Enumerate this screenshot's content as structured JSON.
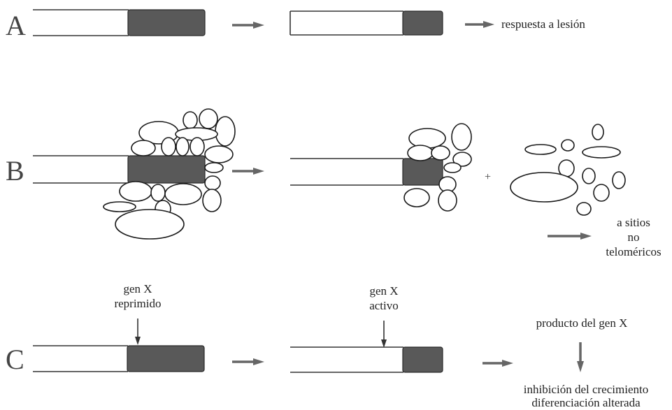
{
  "rows": {
    "a": {
      "label": "A",
      "result": "respuesta a lesión"
    },
    "b": {
      "label": "B",
      "plus": "+",
      "result_lines": [
        "a sitios",
        "no",
        "teloméricos"
      ]
    },
    "c": {
      "label": "C",
      "gene_left": [
        "gen X",
        "reprimido"
      ],
      "gene_middle": [
        "gen X",
        "activo"
      ],
      "product": "producto del gen X",
      "outcome_lines": [
        "inhibición del crecimiento",
        "diferenciación alterada"
      ]
    }
  },
  "colors": {
    "telomere": "#595959",
    "arrow": "#666666",
    "outline": "#1a1a1a"
  }
}
